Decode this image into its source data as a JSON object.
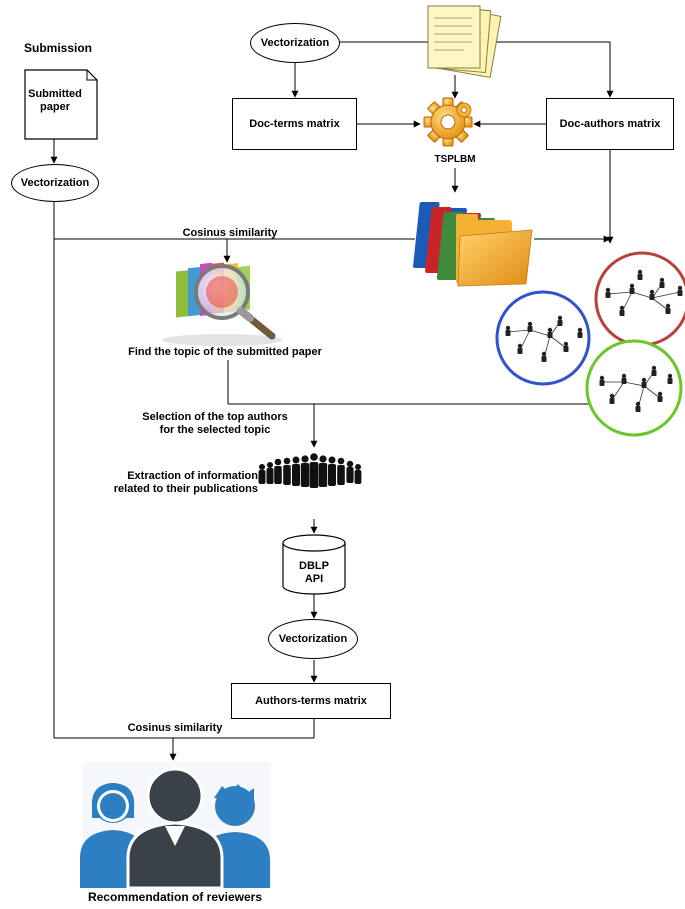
{
  "submission": {
    "title": "Submission",
    "doc_label": "Submitted paper"
  },
  "vectorization_label": "Vectorization",
  "doc_terms_matrix": "Doc-terms matrix",
  "doc_authors_matrix": "Doc-authors matrix",
  "tsplbm": "TSPLBM",
  "cosinus_similarity": "Cosinus similarity",
  "find_topic": "Find the topic of the submitted paper",
  "selection_top_authors": [
    "Selection of the top authors",
    "for the selected topic"
  ],
  "extraction_info": [
    "Extraction of information",
    "related to their publications"
  ],
  "dblp_api": [
    "DBLP",
    "API"
  ],
  "authors_terms_matrix": "Authors-terms matrix",
  "recommendation": "Recommendation of reviewers",
  "colors": {
    "cluster_red": "#b5433b",
    "cluster_blue": "#2f53c9",
    "cluster_green": "#6cc52a",
    "gear": "#f2a21a",
    "paper": "#fdf3b5",
    "people_blue": "#2d7fc1",
    "people_dark": "#3a4149"
  }
}
